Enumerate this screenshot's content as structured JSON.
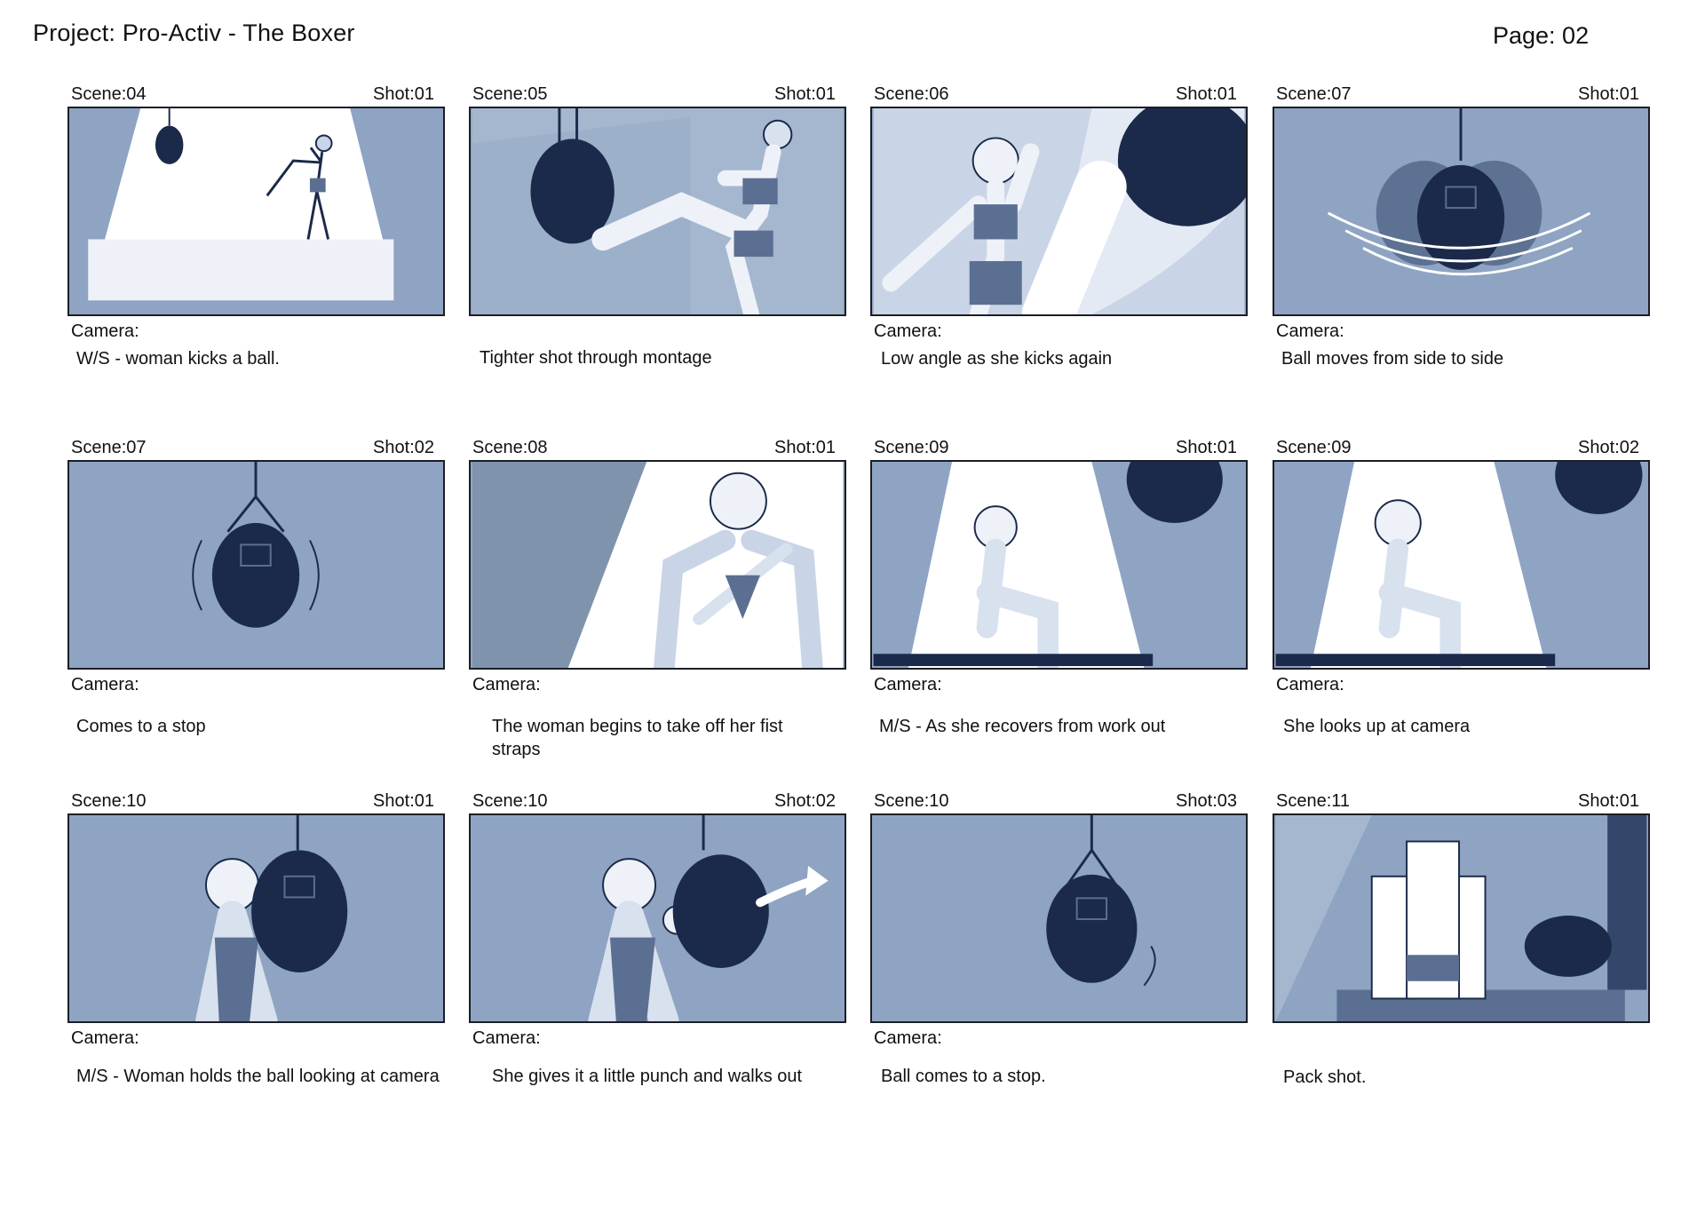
{
  "header": {
    "project_title": "Project: Pro-Activ - The Boxer",
    "page_label": "Page: 02"
  },
  "camera_label": "Camera:",
  "colors": {
    "frame_bg": "#8ea4c2",
    "frame_light": "#c9d5e6",
    "bag_dark": "#1b2a4a",
    "border": "#1b1e26"
  },
  "panels": [
    {
      "scene": "Scene:04",
      "shot": "Shot:01",
      "description": "W/S - woman kicks a ball.",
      "show_camera": true,
      "illustration": "boxer-kick-wide"
    },
    {
      "scene": "Scene:05",
      "shot": "Shot:01",
      "description": "Tighter shot through montage",
      "show_camera": false,
      "illustration": "kick-closeup"
    },
    {
      "scene": "Scene:06",
      "shot": "Shot:01",
      "description": "Low angle as she kicks again",
      "show_camera": true,
      "illustration": "low-angle-kick"
    },
    {
      "scene": "Scene:07",
      "shot": "Shot:01",
      "description": "Ball moves from side to side",
      "show_camera": true,
      "illustration": "bag-swinging"
    },
    {
      "scene": "Scene:07",
      "shot": "Shot:02",
      "description": "Comes to a stop",
      "show_camera": true,
      "illustration": "bag-stopping"
    },
    {
      "scene": "Scene:08",
      "shot": "Shot:01",
      "description": "The woman begins to take off her fist straps",
      "show_camera": true,
      "illustration": "removing-straps"
    },
    {
      "scene": "Scene:09",
      "shot": "Shot:01",
      "description": "M/S - As she recovers from work out",
      "show_camera": true,
      "illustration": "resting-on-bench"
    },
    {
      "scene": "Scene:09",
      "shot": "Shot:02",
      "description": "She looks up at camera",
      "show_camera": true,
      "illustration": "looks-up"
    },
    {
      "scene": "Scene:10",
      "shot": "Shot:01",
      "description": "M/S - Woman holds the ball looking at camera",
      "show_camera": true,
      "illustration": "holds-bag"
    },
    {
      "scene": "Scene:10",
      "shot": "Shot:02",
      "description": "She gives it a little punch and walks out",
      "show_camera": true,
      "illustration": "punch-bag"
    },
    {
      "scene": "Scene:10",
      "shot": "Shot:03",
      "description": "Ball comes to a stop.",
      "show_camera": true,
      "illustration": "bag-still"
    },
    {
      "scene": "Scene:11",
      "shot": "Shot:01",
      "description": "Pack shot.",
      "show_camera": false,
      "illustration": "product-pack-shot"
    }
  ]
}
